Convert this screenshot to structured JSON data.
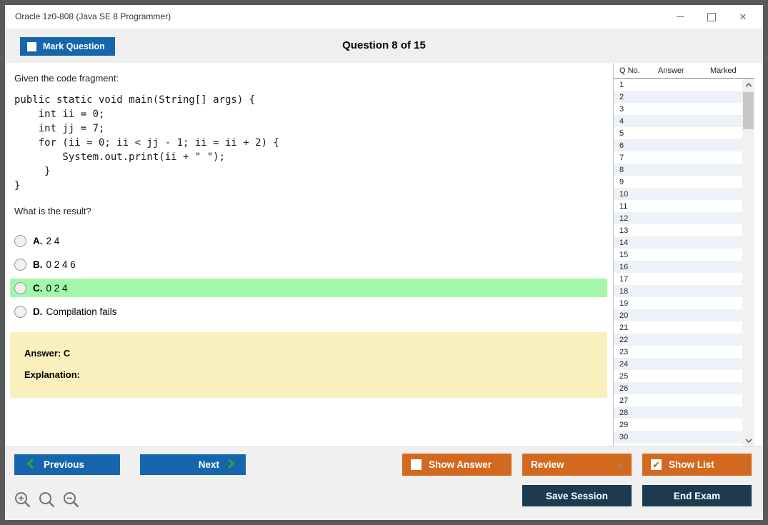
{
  "window": {
    "title": "Oracle 1z0-808 (Java SE 8 Programmer)"
  },
  "header": {
    "mark_question": "Mark Question",
    "question_counter": "Question 8 of 15"
  },
  "question": {
    "intro": "Given the code fragment:",
    "code": "public static void main(String[] args) {\n    int ii = 0;\n    int jj = 7;\n    for (ii = 0; ii < jj - 1; ii = ii + 2) {\n        System.out.print(ii + \" \");\n     }\n}",
    "prompt": "What is the result?",
    "options": [
      {
        "letter": "A.",
        "text": "2 4",
        "highlighted": false
      },
      {
        "letter": "B.",
        "text": "0 2 4 6",
        "highlighted": false
      },
      {
        "letter": "C.",
        "text": "0 2 4",
        "highlighted": true
      },
      {
        "letter": "D.",
        "text": "Compilation fails",
        "highlighted": false
      }
    ],
    "answer": "Answer: C",
    "explanation": "Explanation:"
  },
  "question_list": {
    "columns": [
      "Q No.",
      "Answer",
      "Marked"
    ],
    "rows": [
      "1",
      "2",
      "3",
      "4",
      "5",
      "6",
      "7",
      "8",
      "9",
      "10",
      "11",
      "12",
      "13",
      "14",
      "15",
      "16",
      "17",
      "18",
      "19",
      "20",
      "21",
      "22",
      "23",
      "24",
      "25",
      "26",
      "27",
      "28",
      "29",
      "30"
    ]
  },
  "footer": {
    "previous": "Previous",
    "next": "Next",
    "show_answer": "Show Answer",
    "review": "Review",
    "show_list": "Show List",
    "save_session": "Save Session",
    "end_exam": "End Exam"
  },
  "icons": {
    "close": "✕",
    "review_caret": "▲",
    "check": "✔"
  },
  "colors": {
    "accent_blue": "#1566ac",
    "accent_orange": "#d2691f",
    "dark_navy": "#1c3a50",
    "highlight_green": "#a2f8a8",
    "answer_yellow": "#faf0bd",
    "row_alt_blue": "#edf2f9",
    "chevron_green": "#2ea836",
    "window_border": "#58595b"
  }
}
